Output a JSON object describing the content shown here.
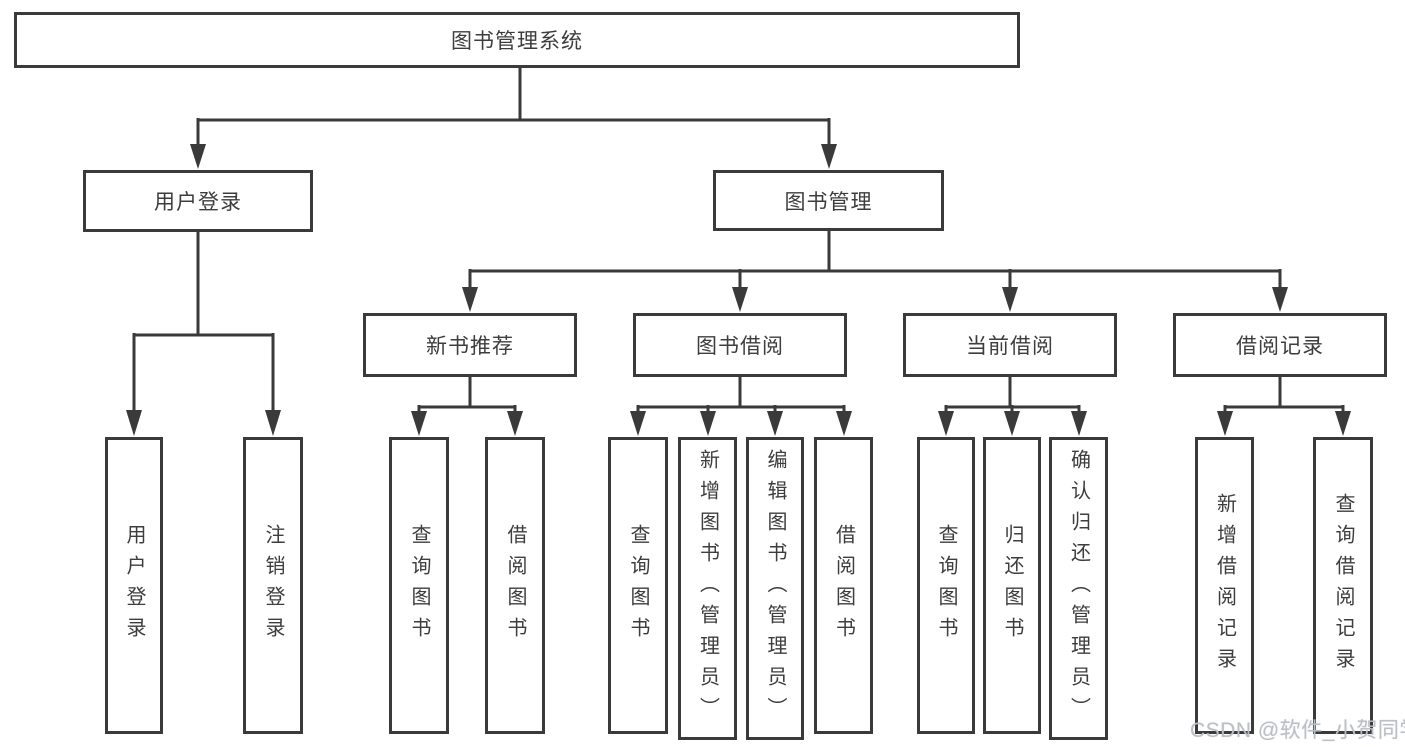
{
  "tree": {
    "root": {
      "label": "图书管理系统"
    },
    "branches": [
      {
        "label": "用户登录",
        "children": [
          {
            "label": "用户登录"
          },
          {
            "label": "注销登录"
          }
        ]
      },
      {
        "label": "图书管理",
        "children": [
          {
            "label": "新书推荐",
            "children": [
              {
                "label": "查询图书"
              },
              {
                "label": "借阅图书"
              }
            ]
          },
          {
            "label": "图书借阅",
            "children": [
              {
                "label": "查询图书"
              },
              {
                "label": "新增图书（管理员）"
              },
              {
                "label": "编辑图书（管理员）"
              },
              {
                "label": "借阅图书"
              }
            ]
          },
          {
            "label": "当前借阅",
            "children": [
              {
                "label": "查询图书"
              },
              {
                "label": "归还图书"
              },
              {
                "label": "确认归还（管理员）"
              }
            ]
          },
          {
            "label": "借阅记录",
            "children": [
              {
                "label": "新增借阅记录"
              },
              {
                "label": "查询借阅记录"
              }
            ]
          }
        ]
      }
    ]
  },
  "watermark": {
    "text": "CSDN @软件_小贺同学"
  },
  "colors": {
    "line": "#3a3a3a",
    "text": "#3d3d3d",
    "background": "#ffffff",
    "watermark": "#bcc0c6"
  }
}
